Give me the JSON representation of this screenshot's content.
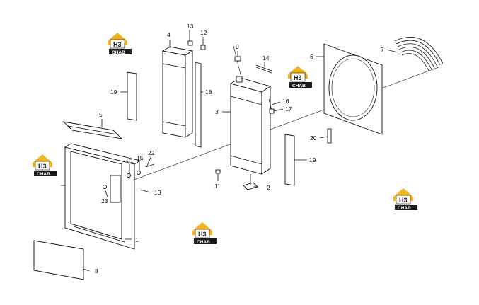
{
  "diagram": {
    "labels": [
      "1",
      "2",
      "3",
      "4",
      "5",
      "6",
      "7",
      "8",
      "9",
      "10",
      "11",
      "12",
      "13",
      "14",
      "15",
      "16",
      "17",
      "18",
      "19",
      "19",
      "20",
      "21",
      "22",
      "23"
    ],
    "logo": {
      "mark": "H3",
      "text": "CHAB"
    },
    "colors": {
      "logo_yellow": "#f2b416",
      "logo_black": "#1a1a1a",
      "line": "#111111"
    }
  }
}
